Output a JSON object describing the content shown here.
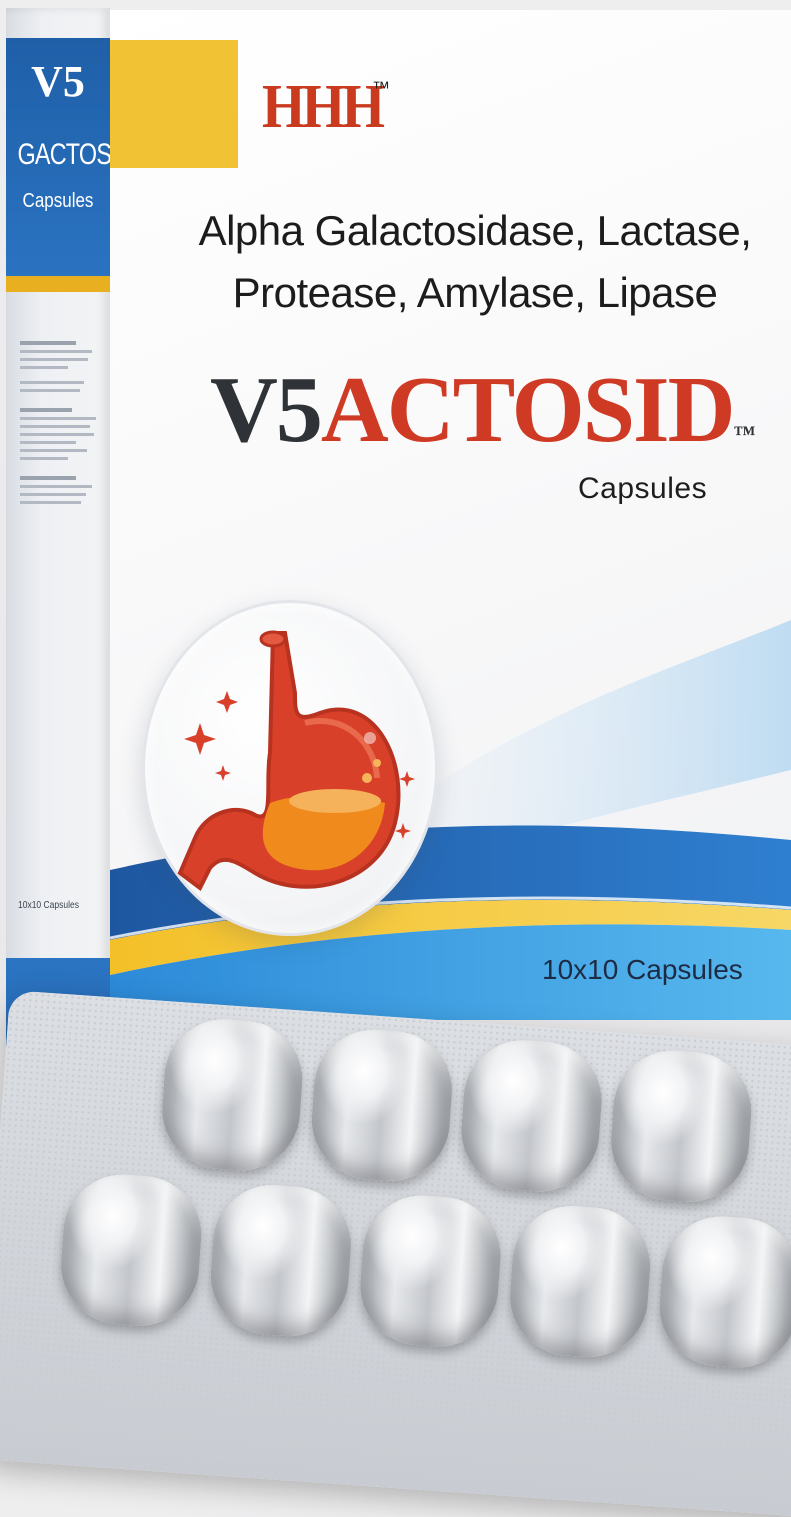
{
  "side_panel": {
    "v5": "V5",
    "name": "GACTOSID",
    "capsules": "Capsules",
    "pack": "10x10 Capsules"
  },
  "front": {
    "logo_mark": "HHH",
    "logo_tm": "™",
    "ingredients_line1": "Alpha Galactosidase, Lactase,",
    "ingredients_line2": "Protease, Amylase, Lipase",
    "brand_prefix": "V5",
    "brand_main": "ACTOSID",
    "brand_tm": "™",
    "dosage_form": "Capsules",
    "pack_size": "10x10 Capsules"
  },
  "illustration": {
    "icon": "stomach-icon",
    "sparkles": "sparkle-icon"
  },
  "colors": {
    "brand_red": "#cf3a24",
    "brand_blue": "#2b74c2",
    "accent_yellow": "#f1c233",
    "foil_silver": "#c8ccd2"
  }
}
